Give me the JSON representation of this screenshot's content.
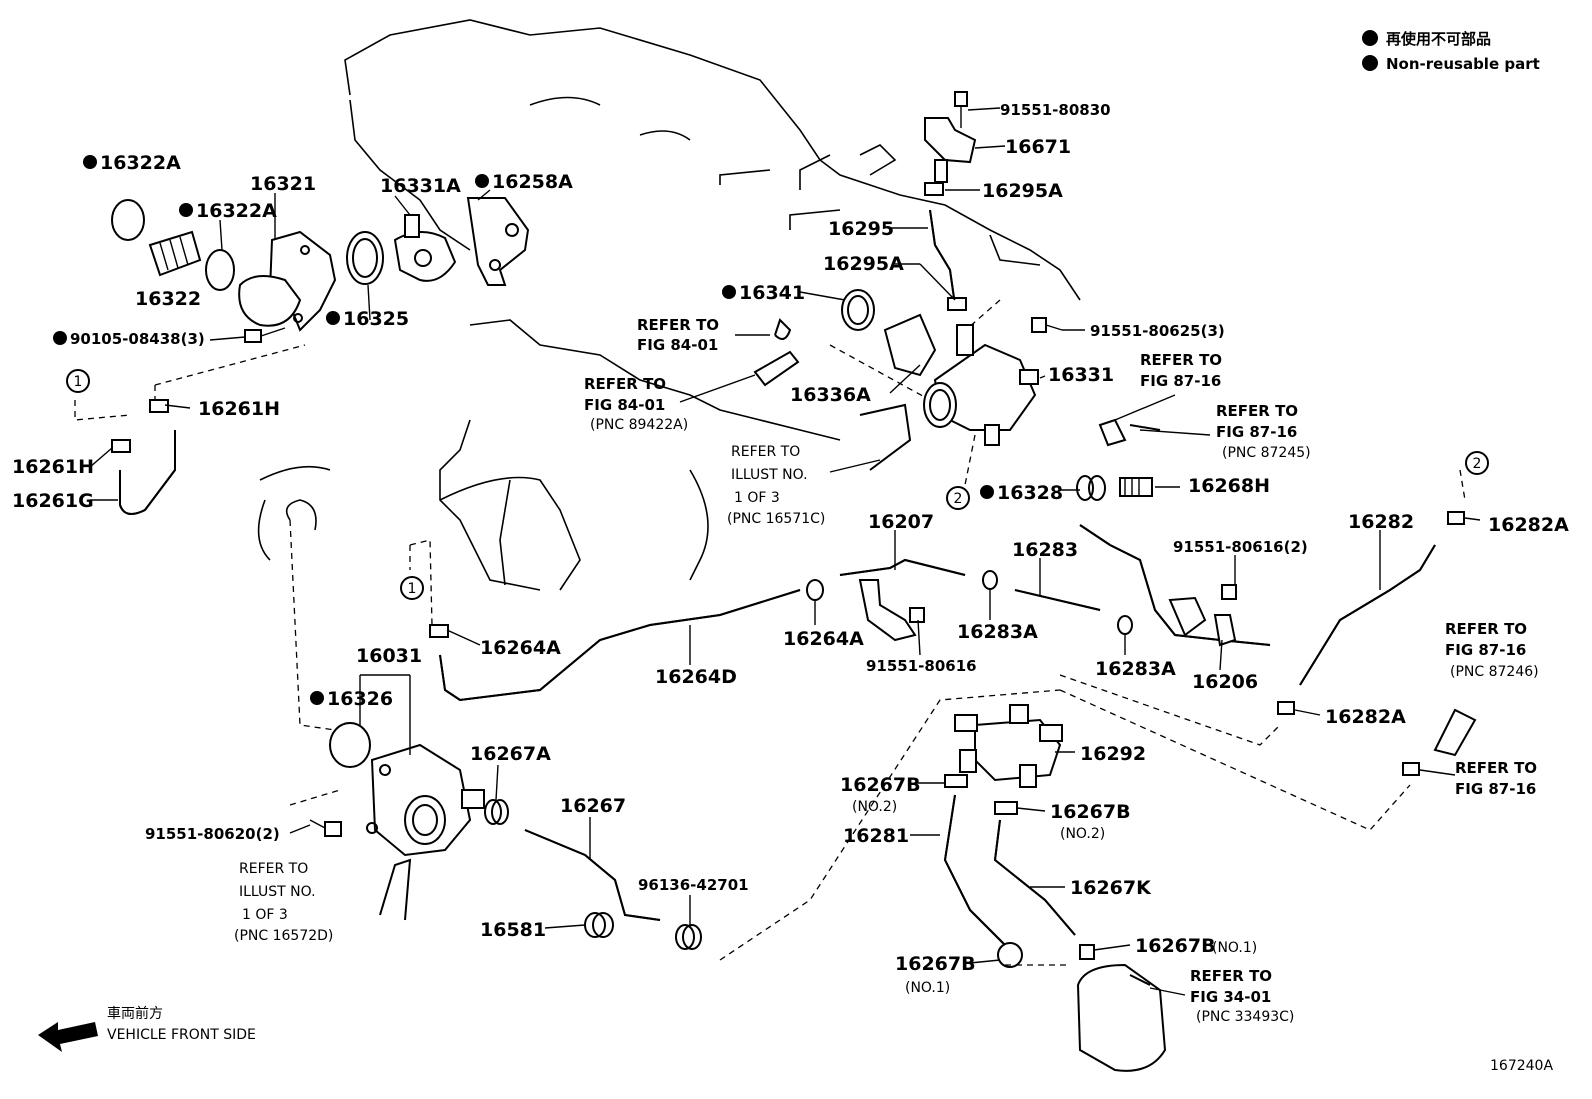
{
  "legend": {
    "ja": "再使用不可部品",
    "en": "Non-reusable part"
  },
  "direction": {
    "ja": "車両前方",
    "en": "VEHICLE FRONT SIDE"
  },
  "figure_id": "167240A",
  "callouts": [
    "1",
    "2"
  ],
  "parts": {
    "p16322A_1": "16322A",
    "p16322A_2": "16322A",
    "p16321": "16321",
    "p16322": "16322",
    "p16331A": "16331A",
    "p16258A": "16258A",
    "p16325": "16325",
    "p90105": "90105-08438(3)",
    "p16261H_1": "16261H",
    "p16261H_2": "16261H",
    "p16261G": "16261G",
    "p91551_80830": "91551-80830",
    "p16671": "16671",
    "p16295A_1": "16295A",
    "p16295": "16295",
    "p16295A_2": "16295A",
    "p16341": "16341",
    "p91551_80625": "91551-80625(3)",
    "p16336A": "16336A",
    "p16331": "16331",
    "p16328": "16328",
    "p16268H": "16268H",
    "p16207": "16207",
    "p16283": "16283",
    "p91551_80616_2": "91551-80616(2)",
    "p16282": "16282",
    "p16282A_1": "16282A",
    "p16264A_1": "16264A",
    "p16264A_2": "16264A",
    "p16283A_1": "16283A",
    "p16283A_2": "16283A",
    "p91551_80616": "91551-80616",
    "p16264D": "16264D",
    "p16206": "16206",
    "p16031": "16031",
    "p16326": "16326",
    "p16282A_2": "16282A",
    "p16267A": "16267A",
    "p16292": "16292",
    "p16267B_1": "16267B",
    "p16267B_2": "16267B",
    "p16267": "16267",
    "p91551_80620": "91551-80620(2)",
    "p16281": "16281",
    "p16267K": "16267K",
    "p96136": "96136-42701",
    "p16581": "16581",
    "p16267B_3": "16267B",
    "p16267B_4": "16267B"
  },
  "subnotes": {
    "no2_a": "(NO.2)",
    "no2_b": "(NO.2)",
    "no1_a": "(NO.1)",
    "no1_b": "(NO.1)"
  },
  "refs": {
    "r1": {
      "l1": "REFER TO",
      "l2": "FIG 84-01"
    },
    "r2": {
      "l1": "REFER TO",
      "l2": "FIG 84-01",
      "l3": "(PNC 89422A)"
    },
    "r3": {
      "l1": "REFER TO",
      "l2": "ILLUST NO.",
      "l3": "1 OF 3",
      "l4": "(PNC 16571C)"
    },
    "r4": {
      "l1": "REFER TO",
      "l2": "FIG 87-16"
    },
    "r5": {
      "l1": "REFER TO",
      "l2": "FIG 87-16",
      "l3": "(PNC 87245)"
    },
    "r6": {
      "l1": "REFER TO",
      "l2": "FIG 87-16",
      "l3": "(PNC 87246)"
    },
    "r7": {
      "l1": "REFER TO",
      "l2": "FIG 87-16"
    },
    "r8": {
      "l1": "REFER TO",
      "l2": "ILLUST NO.",
      "l3": "1 OF 3",
      "l4": "(PNC 16572D)"
    },
    "r9": {
      "l1": "REFER TO",
      "l2": "FIG 34-01",
      "l3": "(PNC 33493C)"
    }
  }
}
